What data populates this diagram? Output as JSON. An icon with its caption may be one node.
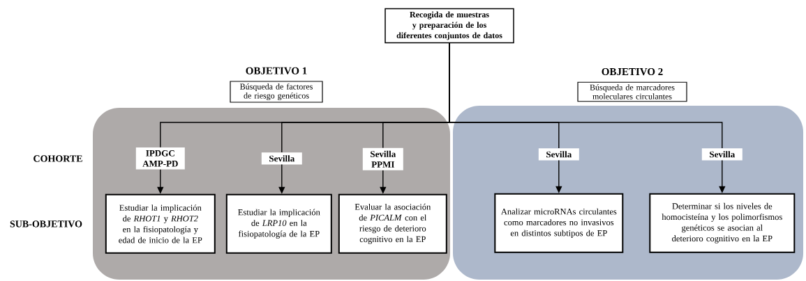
{
  "diagram": {
    "nodes": [
      {
        "text": [
          "Recogida de muestras y preparación de los diferentes conjuntos de datos"
        ]
      },
      {
        "text": [
          "OBJETIVO 1",
          "Búsqueda de factores de riesgo genéticos"
        ]
      },
      {
        "text": [
          "OBJETIVO 2",
          "Búsqueda de marcadores moleculares circulantes"
        ]
      },
      {
        "text": [],
        "shape": "box"
      },
      {
        "text": [
          "IPDGC AMP-PD"
        ],
        "in": 3
      },
      {
        "text": [
          "Sevilla"
        ],
        "in": 3
      },
      {
        "text": [
          "Sevilla PPMI"
        ],
        "in": 3
      },
      {
        "text": [
          "Estudiar la implicación de *RHOT1* y *RHOT2* en la fisiopatología y edad de inicio de la EP"
        ],
        "in": 3
      },
      {
        "text": [
          "Estudiar la implicación de *LRP10* en la fisiopatología de la EP"
        ],
        "in": 3
      },
      {
        "text": [
          "Evaluar la asociación de *PICALM* con el riesgo de deterioro cognitivo en la EP"
        ],
        "in": 3
      },
      {
        "text": [],
        "shape": "box"
      },
      {
        "text": [
          "Sevilla"
        ],
        "in": 10
      },
      {
        "text": [
          "Sevilla"
        ],
        "in": 10
      },
      {
        "text": [
          "Analizar microRNAs circulantes como marcadores no invasivos en distintos subtipos de EP"
        ],
        "in": 10
      },
      {
        "text": [
          "Determinar si los niveles de homocisteína y los polimorfismos genéticos se asocian al deterioro cognitivo en la EP"
        ],
        "in": 10
      }
    ],
    "edges": [
      {
        "from": 0,
        "to": 4,
        "arrow": "none"
      },
      {
        "from": 0,
        "to": 5,
        "arrow": "none"
      },
      {
        "from": 0,
        "to": 6,
        "arrow": "none"
      },
      {
        "from": 0,
        "to": 11,
        "arrow": "none"
      },
      {
        "from": 0,
        "to": 12,
        "arrow": "none"
      },
      {
        "from": 4,
        "to": 7,
        "arrow": "to"
      },
      {
        "from": 5,
        "to": 8,
        "arrow": "to"
      },
      {
        "from": 6,
        "to": 9,
        "arrow": "to"
      },
      {
        "from": 11,
        "to": 13,
        "arrow": "to"
      },
      {
        "from": 12,
        "to": 14,
        "arrow": "to"
      }
    ],
    "labels": [
      "COHORTE",
      "SUB-OBJETIVO"
    ]
  }
}
